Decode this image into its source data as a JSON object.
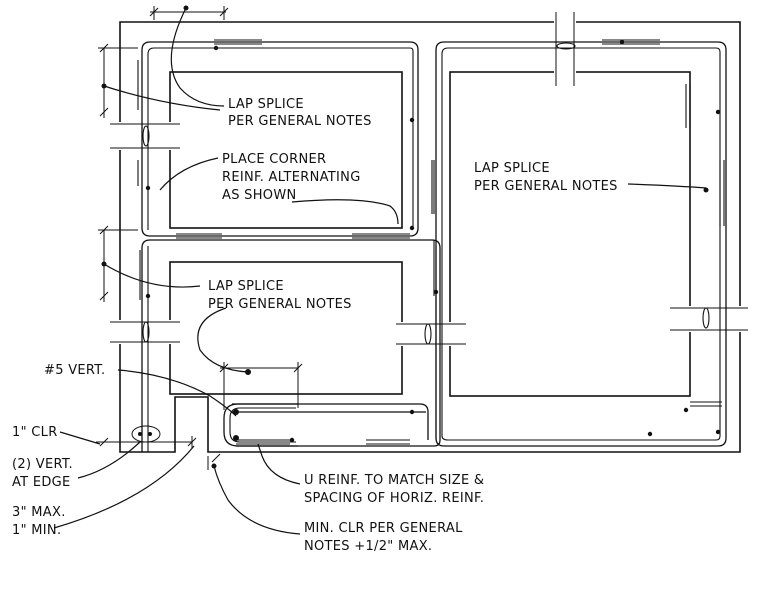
{
  "notes": {
    "lap_splice_1": [
      "LAP SPLICE",
      "PER GENERAL NOTES"
    ],
    "place_corner": [
      "PLACE CORNER",
      "REINF. ALTERNATING",
      "AS SHOWN"
    ],
    "lap_splice_2": [
      "LAP SPLICE",
      "PER GENERAL NOTES"
    ],
    "lap_splice_3": [
      "LAP SPLICE",
      "PER GENERAL NOTES"
    ],
    "vert5": "#5 VERT.",
    "clr1": "1\" CLR",
    "vert_edge": [
      "(2) VERT.",
      "AT EDGE"
    ],
    "max_min": [
      "3\" MAX.",
      "1\" MIN."
    ],
    "u_reinf": [
      "U REINF. TO MATCH SIZE &",
      "SPACING OF HORIZ. REINF."
    ],
    "min_clr": [
      "MIN. CLR PER GENERAL",
      "NOTES +1/2\" MAX."
    ]
  }
}
